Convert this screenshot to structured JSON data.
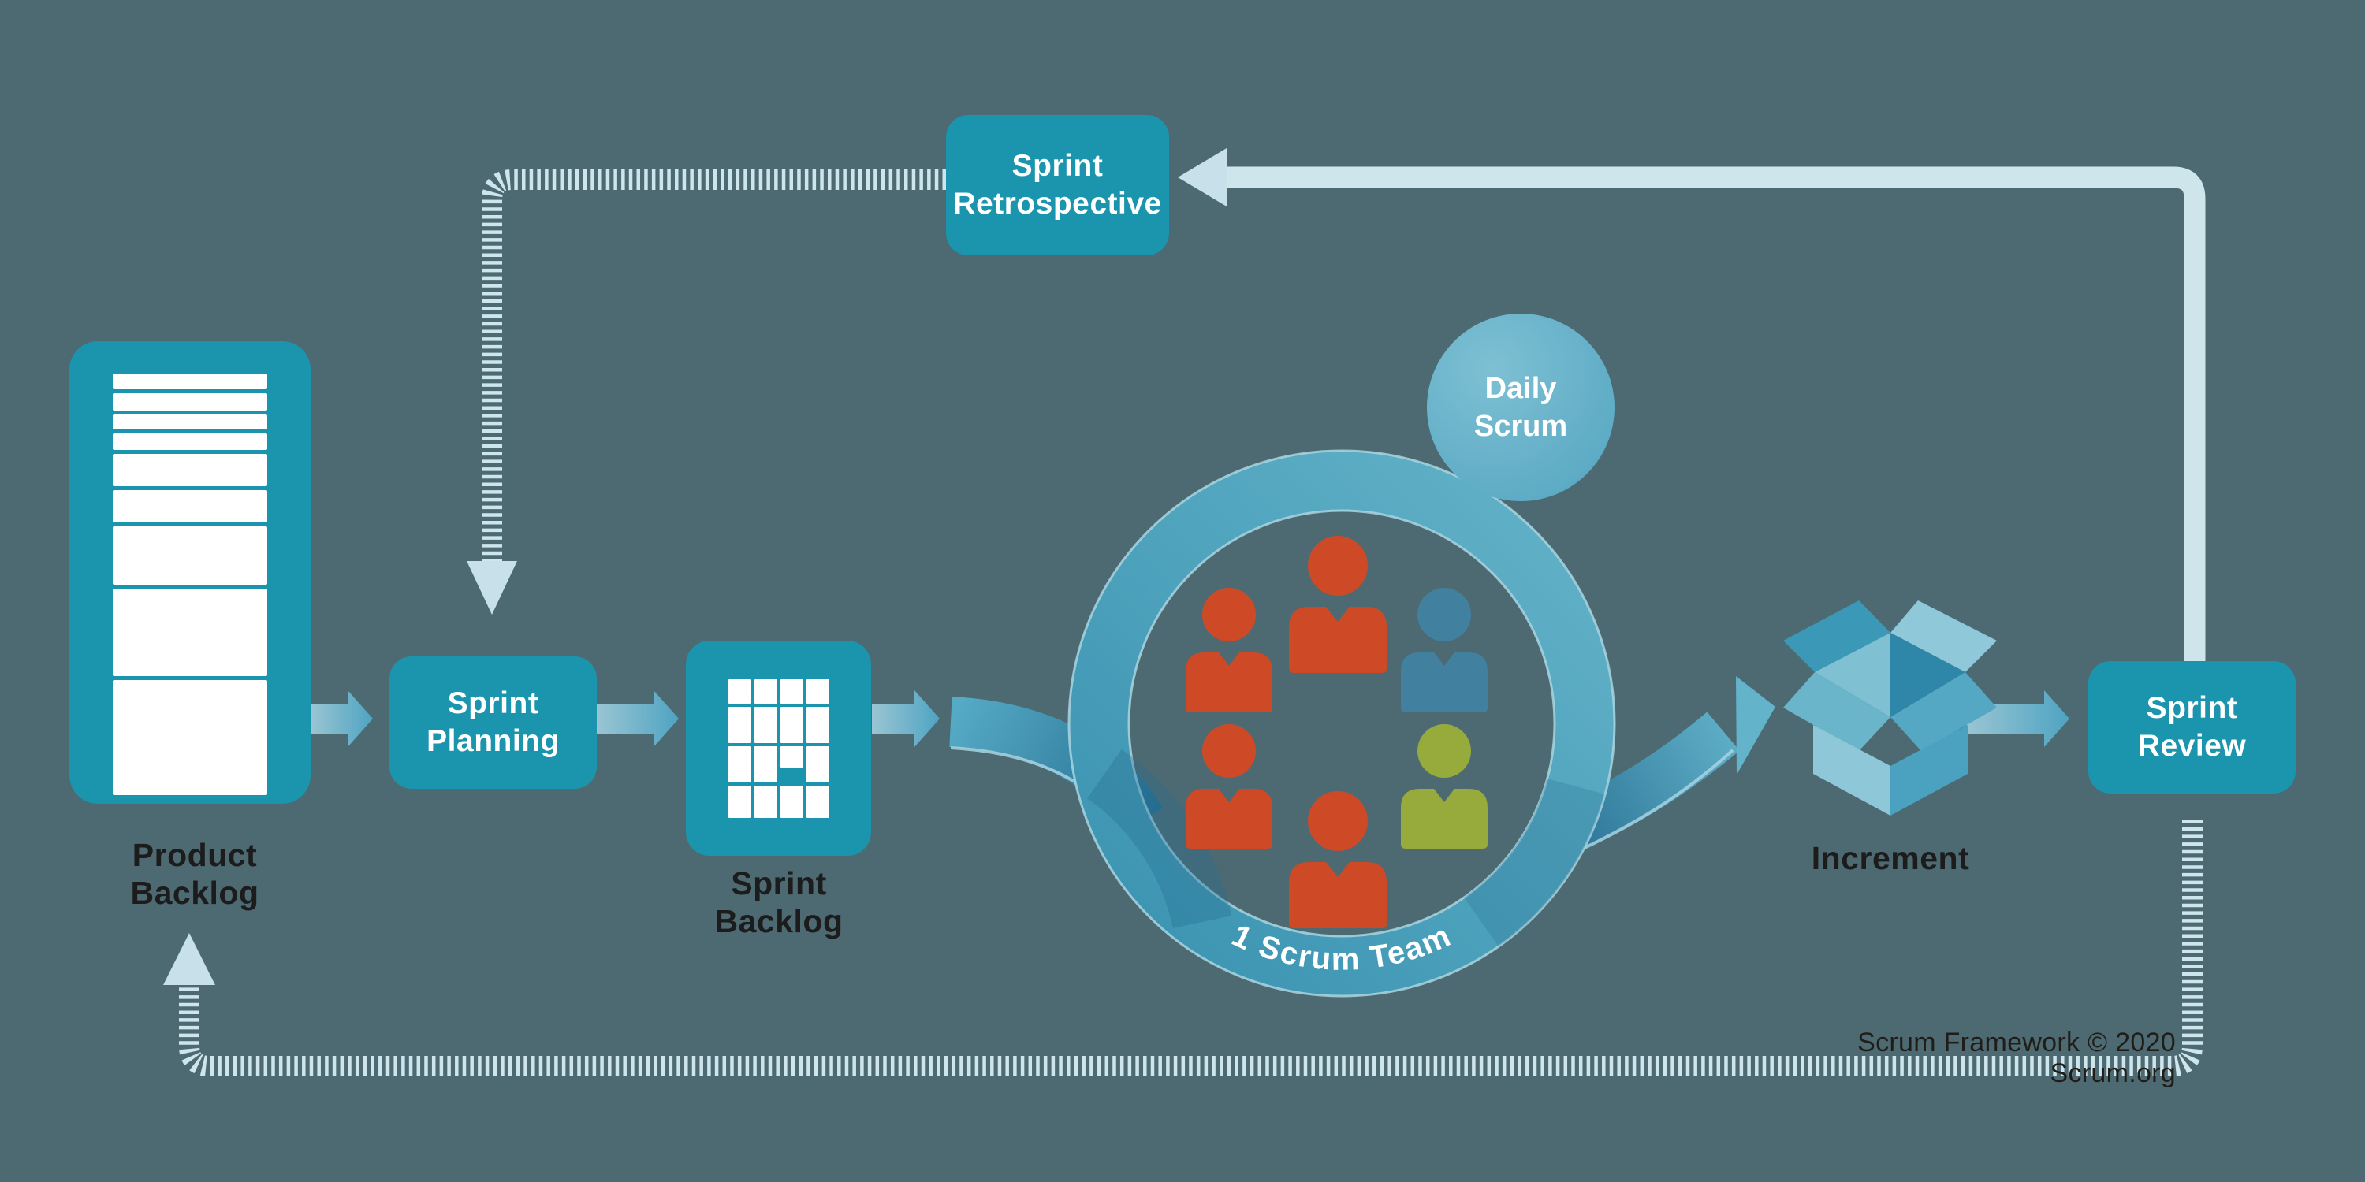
{
  "diagram_title": "Scrum Framework",
  "colors": {
    "background": "#4D6A72",
    "box_teal": "#1B94AE",
    "pale_line": "#CFE5EC",
    "pale_arrowhead": "#C7E0EA",
    "ring_teal_dark": "#3A93B1",
    "ring_teal_light": "#63B2C8",
    "ring_edge_highlight": "#A9D5E1",
    "ribbon_dark": "#256C90",
    "ribbon_light": "#55AAC5",
    "daily_scrum_light": "#7EC0D3",
    "daily_scrum_dark": "#55A6C2",
    "label_black": "#1C1C1C",
    "person_red": "#CE4A26",
    "person_blue": "#41809F",
    "person_green": "#97AB3D"
  },
  "nodes": {
    "sprint_retrospective": [
      "Sprint",
      "Retrospective"
    ],
    "sprint_planning": [
      "Sprint",
      "Planning"
    ],
    "sprint_review": [
      "Sprint",
      "Review"
    ],
    "daily_scrum": [
      "Daily",
      "Scrum"
    ],
    "product_backlog_label": [
      "Product",
      "Backlog"
    ],
    "sprint_backlog_label": [
      "Sprint",
      "Backlog"
    ],
    "increment_label": "Increment"
  },
  "team": {
    "label": "1 Scrum Team",
    "member_colors": [
      "#CE4A26",
      "#CE4A26",
      "#41809F",
      "#CE4A26",
      "#97AB3D",
      "#CE4A26"
    ]
  },
  "product_backlog_items": 9,
  "footer": {
    "credit": "Scrum Framework © 2020 Scrum.org"
  }
}
